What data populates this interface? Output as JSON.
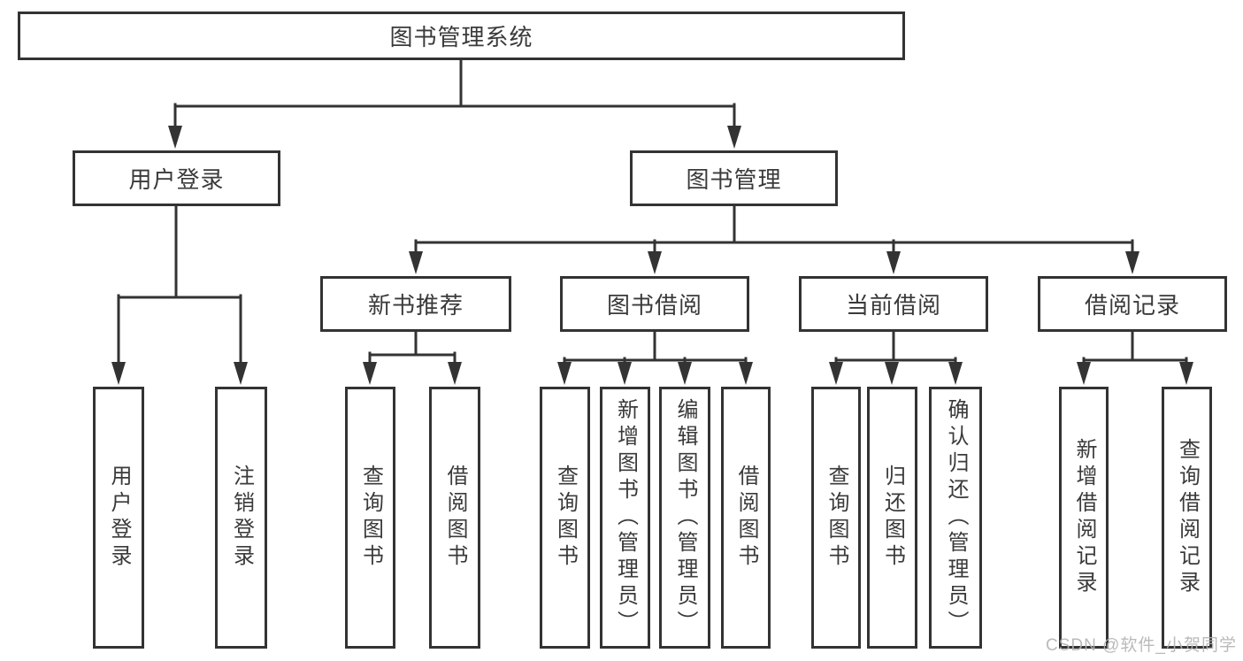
{
  "colors": {
    "line": "#333333",
    "text": "#3a3a3a",
    "watermark": "#b2b2b2",
    "background": "#ffffff"
  },
  "tree": {
    "label": "图书管理系统",
    "children": [
      {
        "label": "用户登录",
        "children": [
          {
            "label": "用户登录"
          },
          {
            "label": "注销登录"
          }
        ]
      },
      {
        "label": "图书管理",
        "children": [
          {
            "label": "新书推荐",
            "children": [
              {
                "label": "查询图书"
              },
              {
                "label": "借阅图书"
              }
            ]
          },
          {
            "label": "图书借阅",
            "children": [
              {
                "label": "查询图书"
              },
              {
                "label": "新增图书（管理员）"
              },
              {
                "label": "编辑图书（管理员）"
              },
              {
                "label": "借阅图书"
              }
            ]
          },
          {
            "label": "当前借阅",
            "children": [
              {
                "label": "查询图书"
              },
              {
                "label": "归还图书"
              },
              {
                "label": "确认归还（管理员）"
              }
            ]
          },
          {
            "label": "借阅记录",
            "children": [
              {
                "label": "新增借阅记录"
              },
              {
                "label": "查询借阅记录"
              }
            ]
          }
        ]
      }
    ]
  },
  "watermark": {
    "text": "CSDN @软件_小贺同学"
  }
}
